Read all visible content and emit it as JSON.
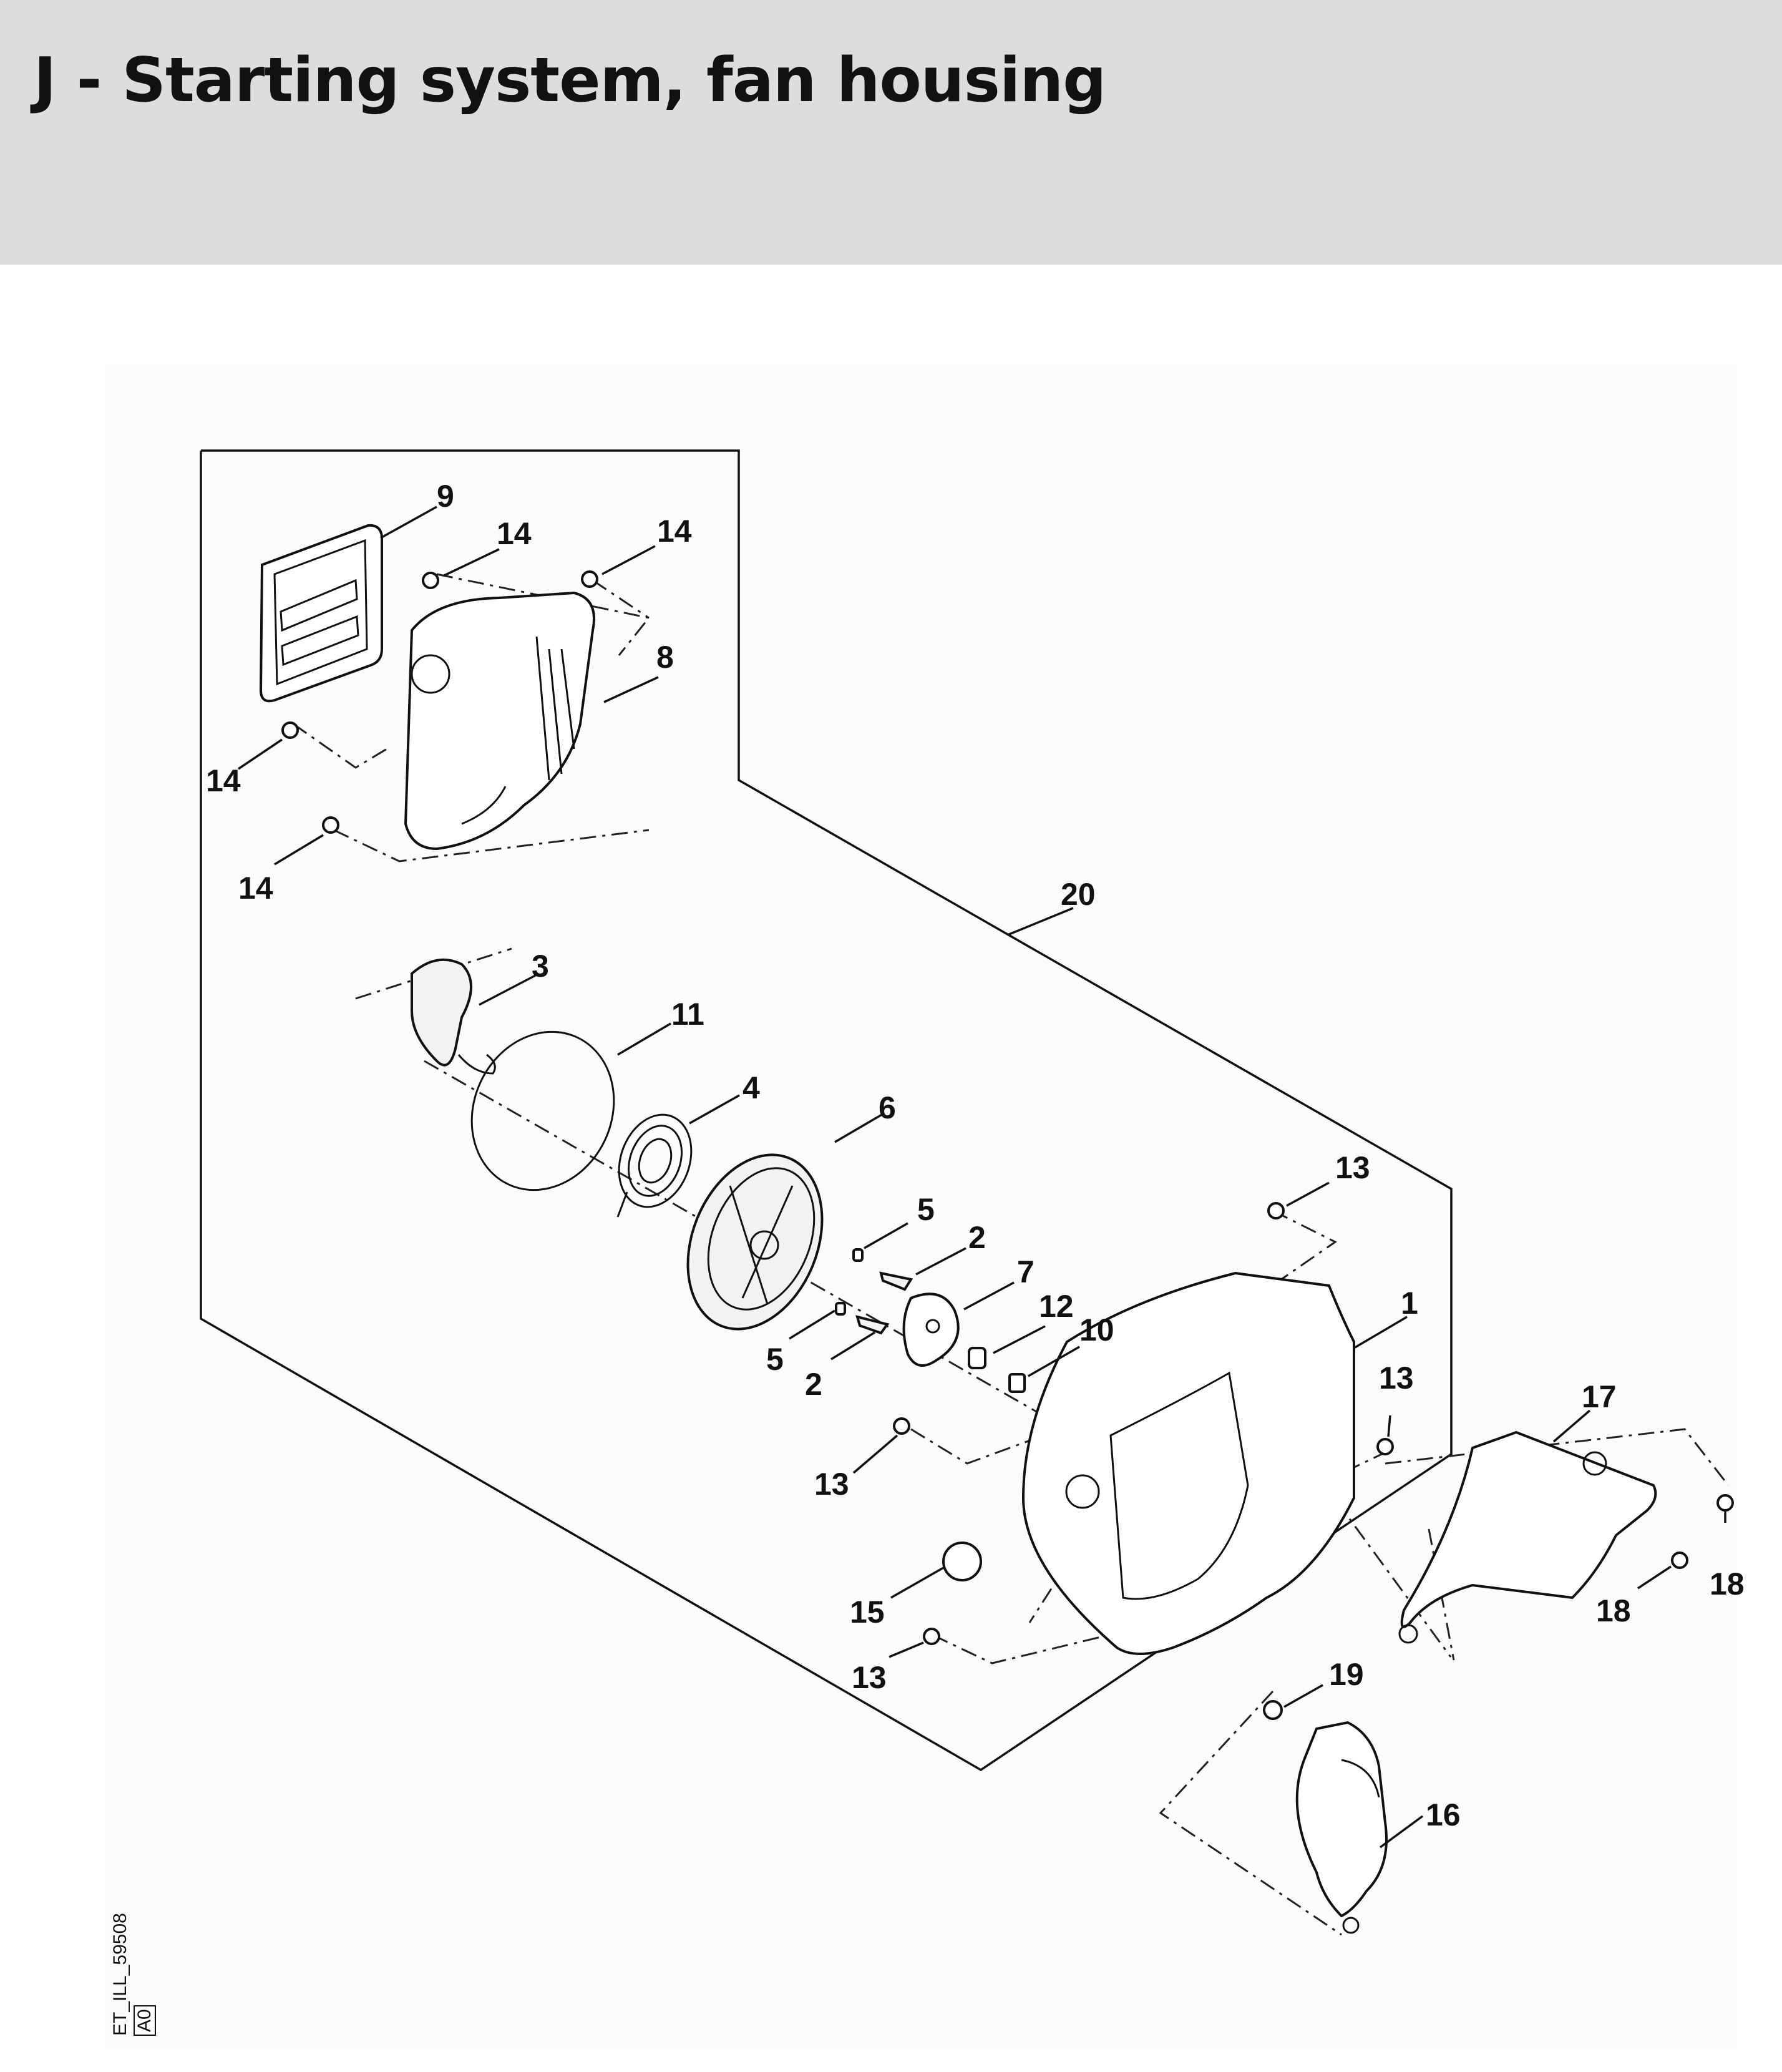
{
  "page": {
    "title": "J - Starting system, fan housing"
  },
  "diagram": {
    "callouts": [
      "9",
      "14",
      "14",
      "8",
      "14",
      "14",
      "20",
      "3",
      "11",
      "4",
      "6",
      "13",
      "5",
      "2",
      "7",
      "12",
      "10",
      "1",
      "5",
      "2",
      "13",
      "13",
      "17",
      "18",
      "18",
      "15",
      "13",
      "19",
      "16"
    ],
    "illustration_id": "ET_ILL_59508",
    "revision": "A0"
  },
  "colors": {
    "header_bg": "#dcdddc",
    "diagram_bg": "#fbfbfb",
    "line": "#111111"
  }
}
